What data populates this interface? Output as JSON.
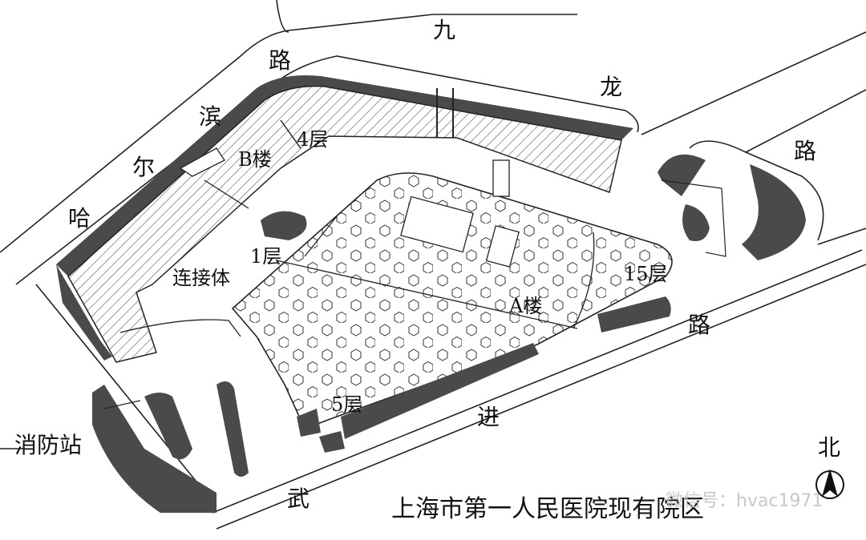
{
  "roads": {
    "jiulong": [
      "九",
      "龙",
      "路"
    ],
    "harbin": [
      "哈",
      "尔",
      "滨",
      "路"
    ],
    "wujin": [
      "武",
      "进",
      "路"
    ]
  },
  "buildings": {
    "a_building": "A楼",
    "b_building": "B楼",
    "connector": "连接体"
  },
  "floors": {
    "a_floors": "15层",
    "a_podium_floors": "5层",
    "b_floors": "4层",
    "connector_floors": "1层"
  },
  "facilities": {
    "fire_station": "消防站"
  },
  "caption": "上海市第一人民医院现有院区",
  "compass": {
    "label": "北"
  },
  "watermark": "微信号：hvac1971",
  "colors": {
    "walls": "#4a4a4a",
    "ink": "#111111",
    "hatch": "#555555"
  }
}
